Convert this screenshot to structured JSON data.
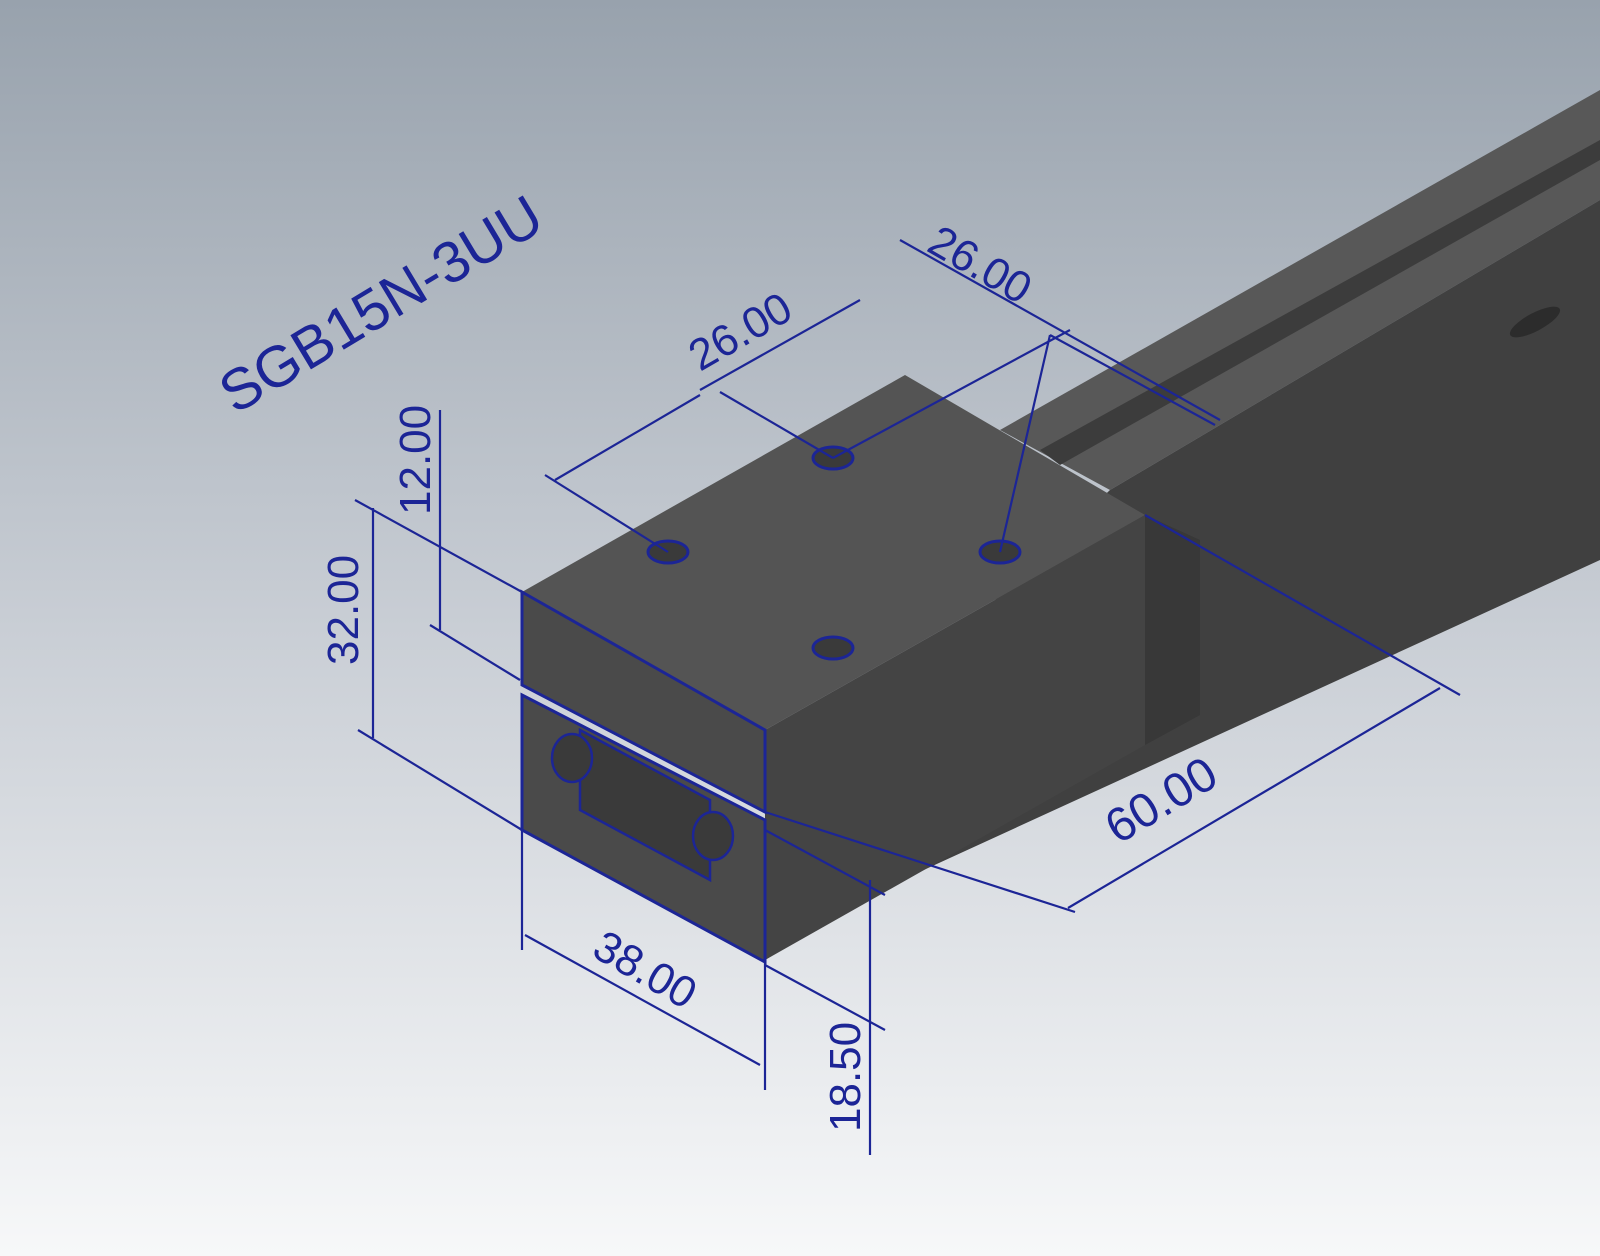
{
  "model_label": "SGB15N-3UU",
  "dimensions": {
    "hole_pitch_across": "26.00",
    "hole_pitch_along": "26.00",
    "block_top_thickness": "12.00",
    "block_height": "32.00",
    "block_length": "60.00",
    "block_width": "38.00",
    "rail_height": "18.50"
  },
  "colors": {
    "annotation": "#1c2596",
    "body": "#4a4a4a",
    "background_top": "#9aa4ae",
    "background_bottom": "#f6f7f8"
  }
}
